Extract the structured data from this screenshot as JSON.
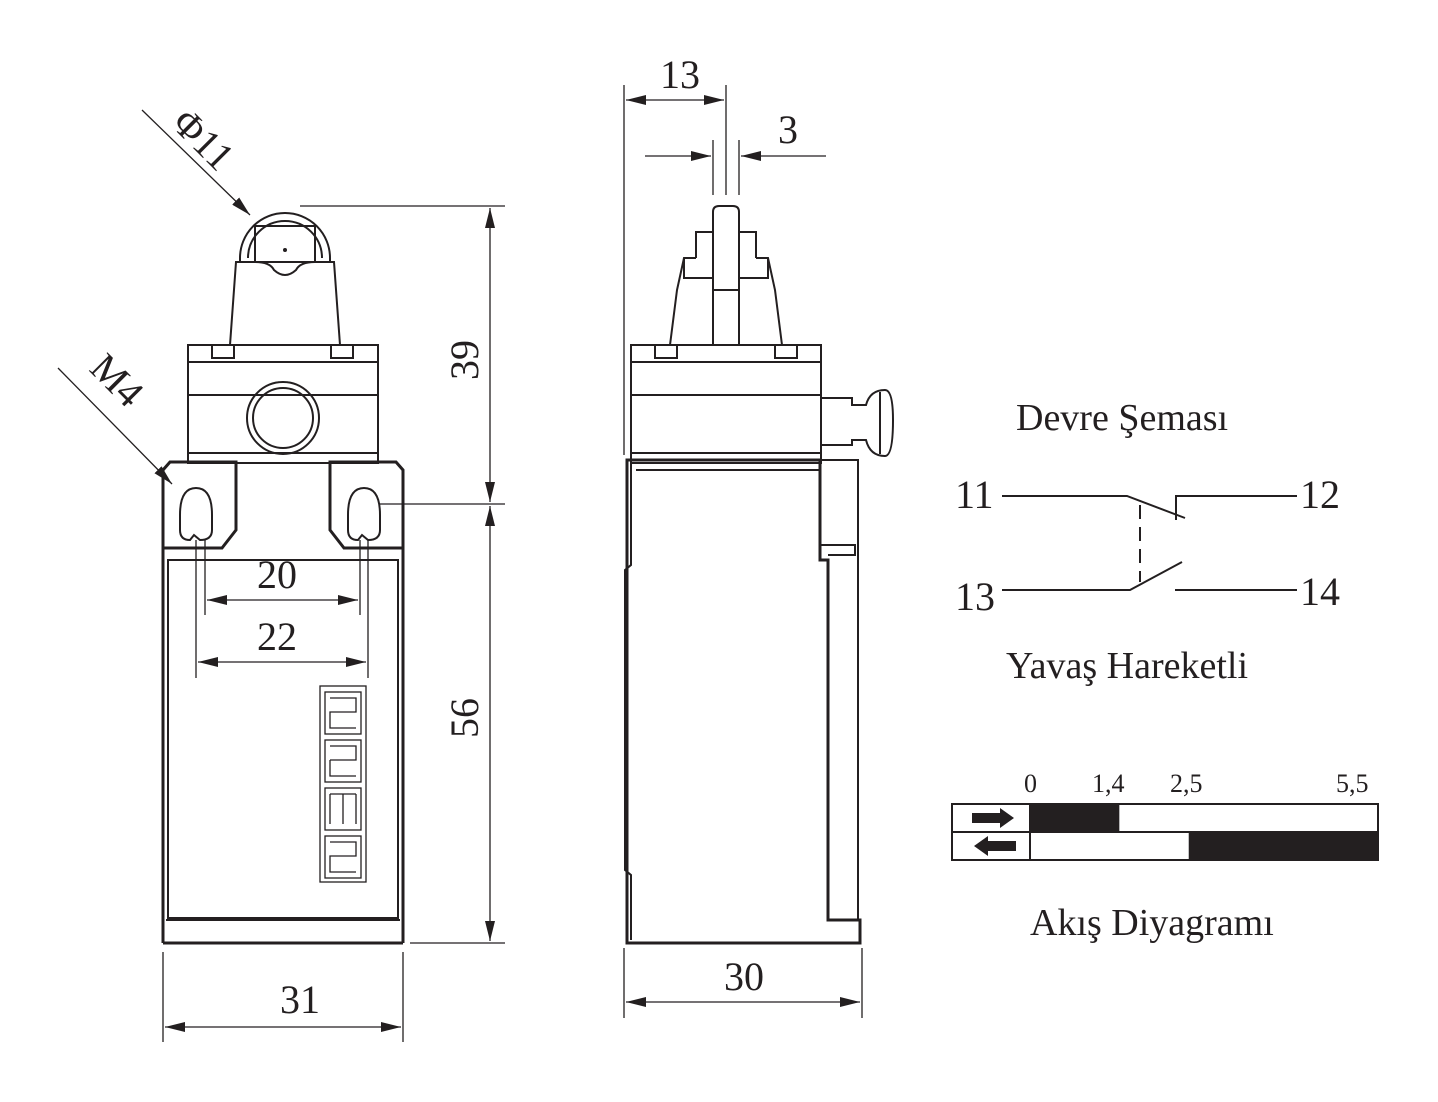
{
  "front_view": {
    "diameter_label": "Φ11",
    "thread_label": "M4",
    "dim_height_top": "39",
    "dim_height_body": "56",
    "dim_hole_spacing_inner": "20",
    "dim_hole_spacing_outer": "22",
    "dim_width": "31",
    "brand_logo": "emas"
  },
  "side_view": {
    "dim_offset": "13",
    "dim_roller_width": "3",
    "dim_depth": "30"
  },
  "circuit": {
    "title": "Devre Şeması",
    "terminal_11": "11",
    "terminal_12": "12",
    "terminal_13": "13",
    "terminal_14": "14",
    "action_type": "Yavaş Hareketli"
  },
  "flow_diagram": {
    "title": "Akış Diyagramı",
    "ticks": [
      "0",
      "1,4",
      "2,5",
      "5,5"
    ],
    "rows": [
      {
        "direction": "forward",
        "active_range": [
          0,
          1.4
        ]
      },
      {
        "direction": "return",
        "active_range": [
          2.5,
          5.5
        ]
      }
    ],
    "scale_max": 5.5
  },
  "colors": {
    "ink": "#231f20",
    "background": "#ffffff"
  }
}
